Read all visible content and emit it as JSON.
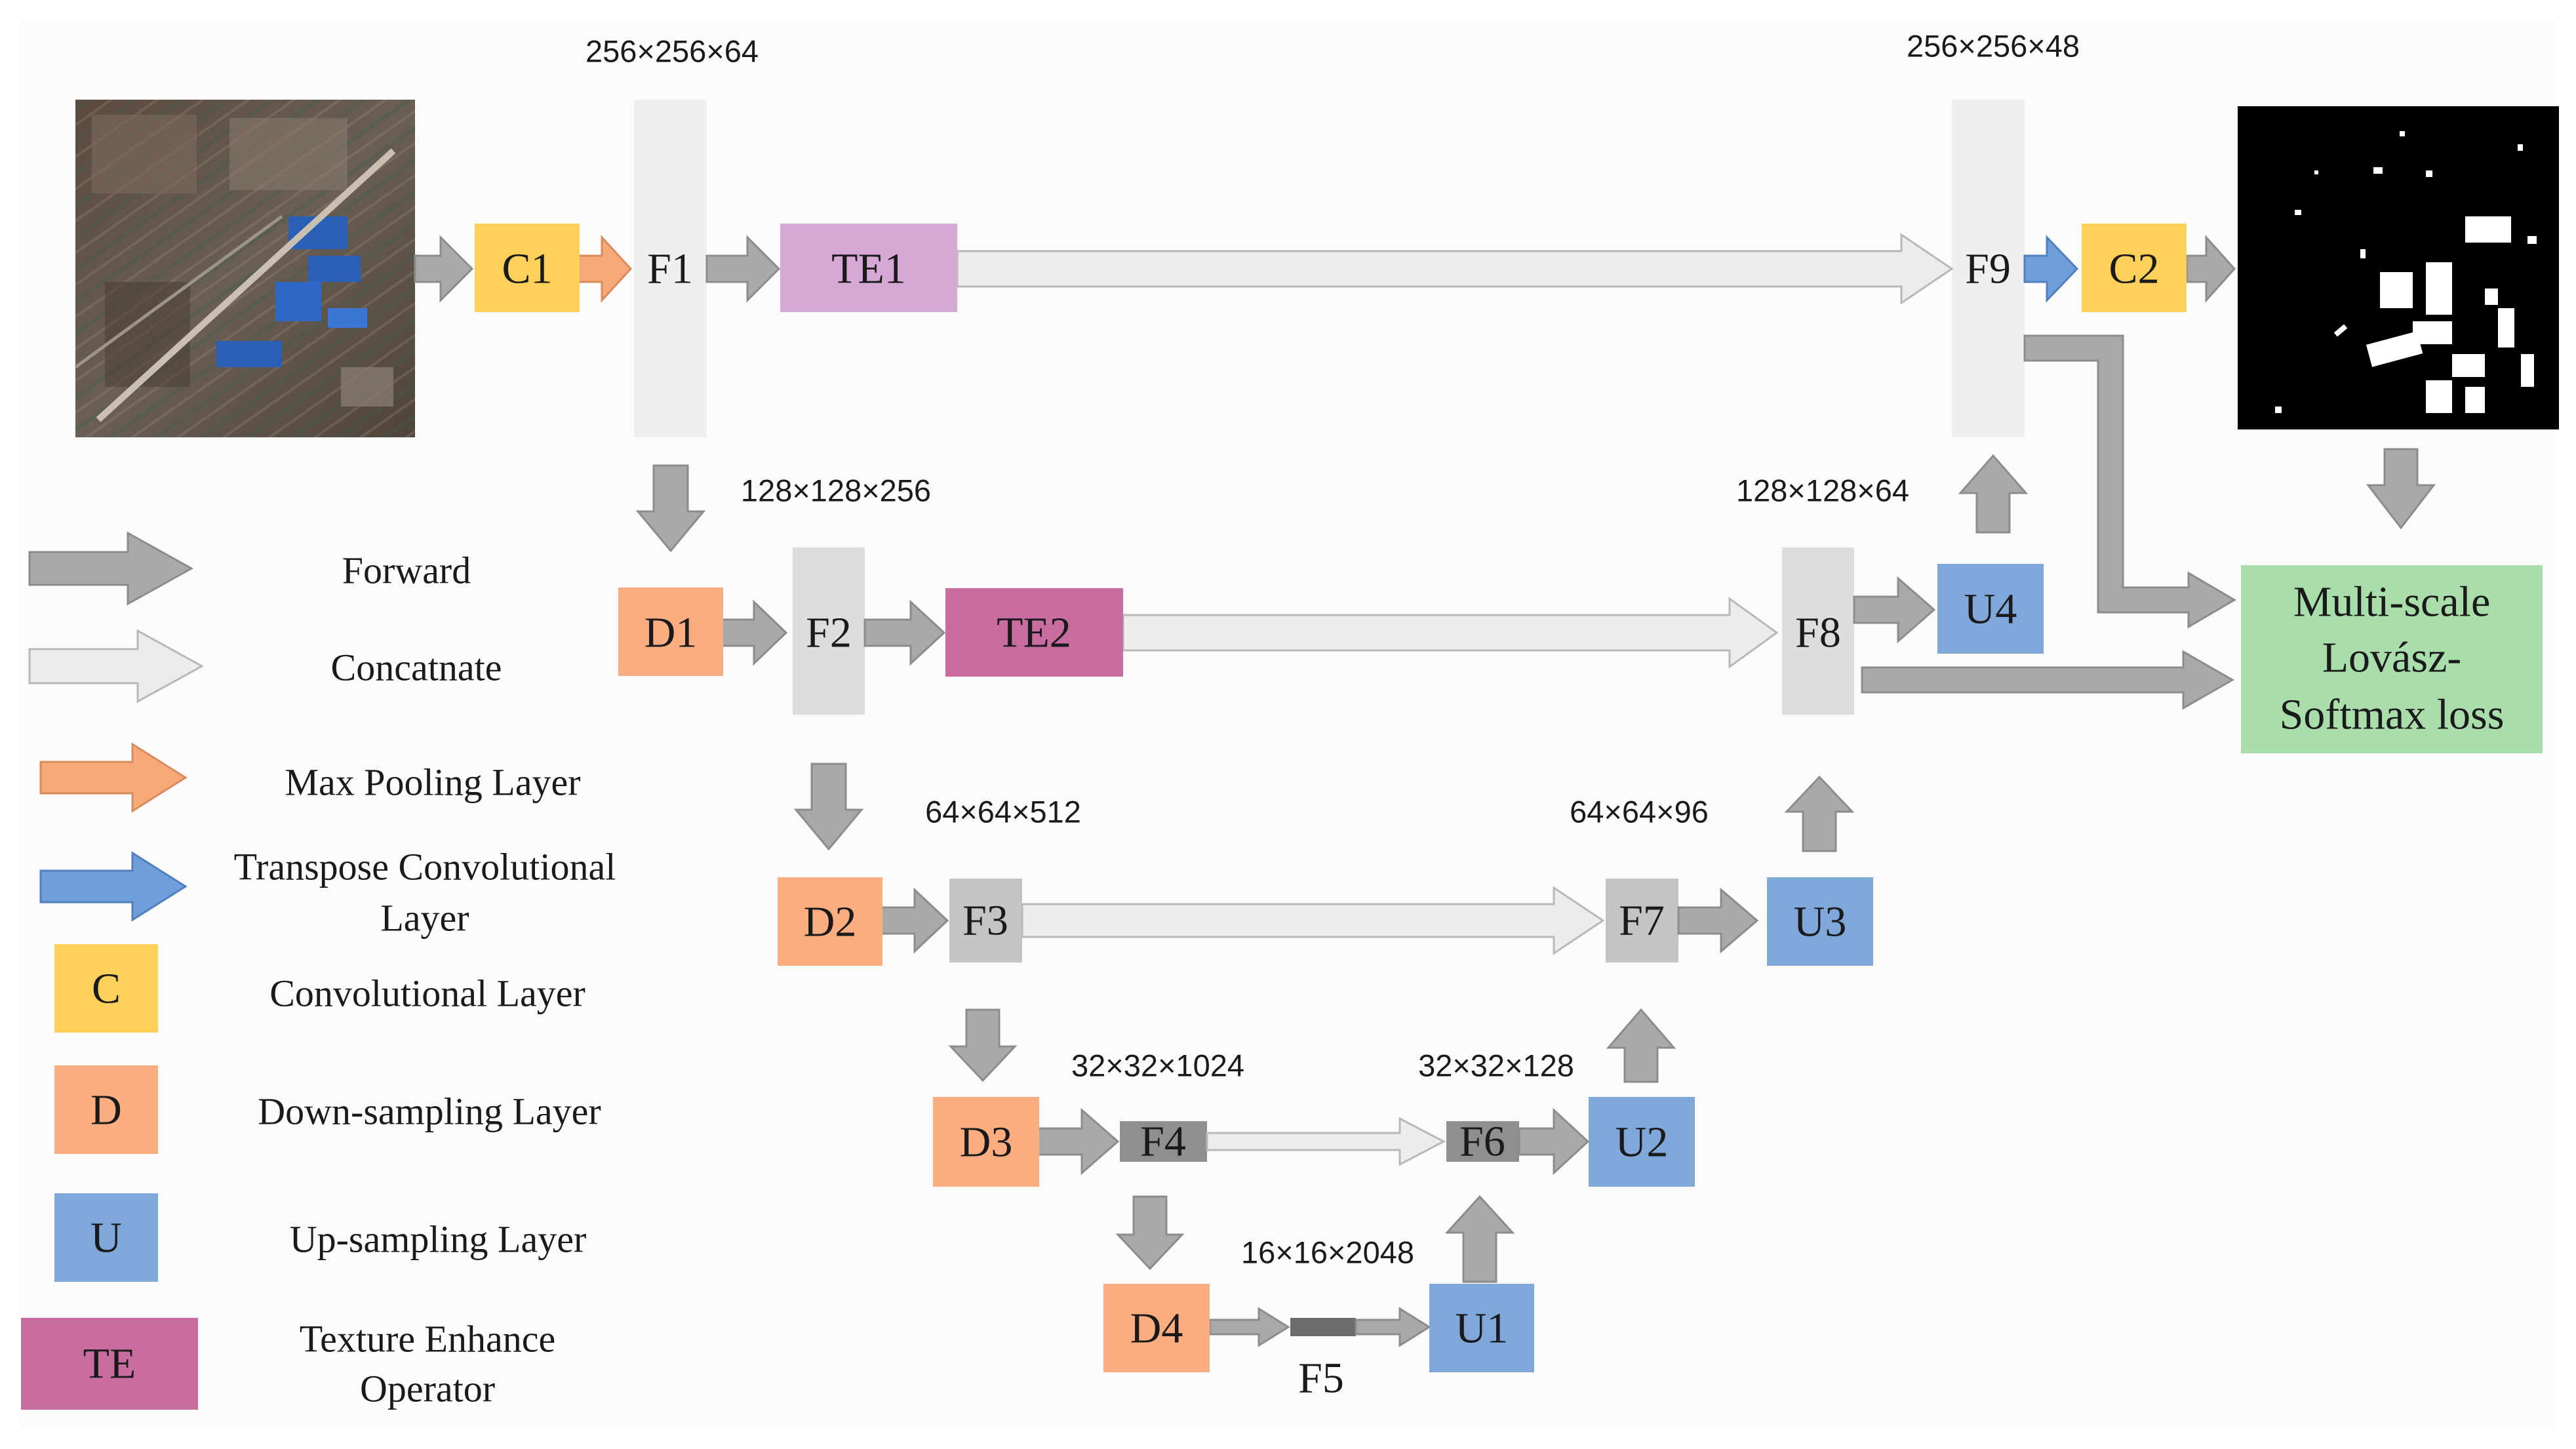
{
  "colors": {
    "conv": "#fdd05a",
    "down": "#f9ad80",
    "up": "#7fa7da",
    "te_light": "#d5a8d5",
    "te_dark": "#c96ca0",
    "loss": "#a9ddab",
    "forward_arrow": "#a6a6a6",
    "concat_arrow": "#ececec",
    "maxpool_arrow": "#f7a878",
    "transpose_arrow": "#6f9fdb",
    "feature_light": "#efefef",
    "feature_mid": "#d9d9d9",
    "feature_dark": "#bfbfbf",
    "feature_darker": "#8c8c8c",
    "feature_darkest": "#6b6b6b"
  },
  "dimensions": {
    "f1": "256×256×64",
    "f9": "256×256×48",
    "f2": "128×128×256",
    "f8": "128×128×64",
    "f3": "64×64×512",
    "f7": "64×64×96",
    "f4": "32×32×1024",
    "f6": "32×32×128",
    "f5": "16×16×2048"
  },
  "blocks": {
    "c1": "C1",
    "c2": "C2",
    "te1": "TE1",
    "te2": "TE2",
    "d1": "D1",
    "d2": "D2",
    "d3": "D3",
    "d4": "D4",
    "u1": "U1",
    "u2": "U2",
    "u3": "U3",
    "u4": "U4",
    "f1": "F1",
    "f2": "F2",
    "f3": "F3",
    "f4": "F4",
    "f5": "F5",
    "f6": "F6",
    "f7": "F7",
    "f8": "F8",
    "f9": "F9"
  },
  "loss": {
    "line1": "Multi-scale",
    "line2": "Lovász-",
    "line3": "Softmax loss"
  },
  "legend": {
    "forward": "Forward",
    "concatnate": "Concatnate",
    "max_pooling": "Max Pooling Layer",
    "transpose_line1": "Transpose Convolutional",
    "transpose_line2": "Layer",
    "conv_box": "C",
    "conv": "Convolutional Layer",
    "down_box": "D",
    "down": "Down-sampling Layer",
    "up_box": "U",
    "up": "Up-sampling Layer",
    "te_box": "TE",
    "te_line1": "Texture Enhance",
    "te_line2": "Operator"
  },
  "images": {
    "input": "satellite-input-image",
    "output": "building-mask-output"
  }
}
